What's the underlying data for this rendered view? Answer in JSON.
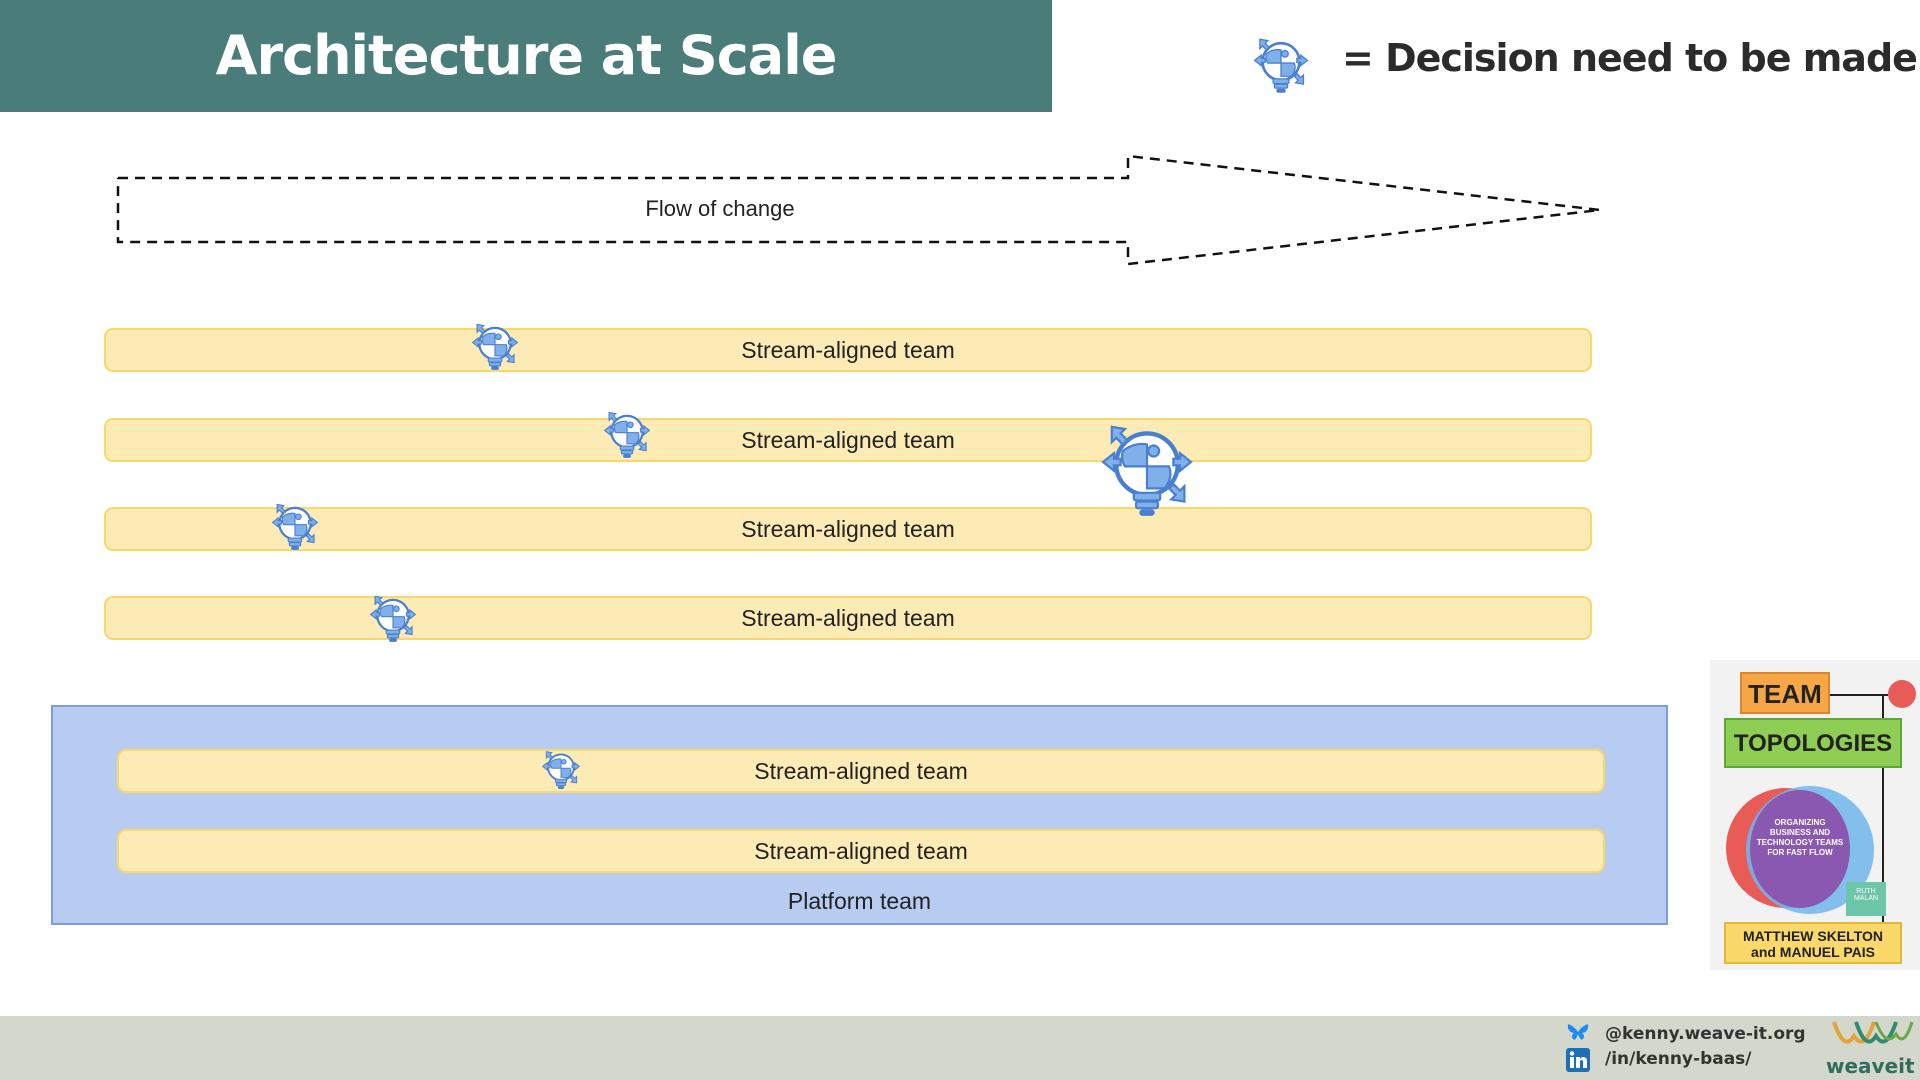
{
  "header": {
    "title": "Architecture at Scale",
    "legend_text": "= Decision need to be made",
    "legend_icon": "decision-lightbulb-puzzle-icon"
  },
  "flow": {
    "label": "Flow of change"
  },
  "teams": [
    {
      "label": "Stream-aligned team"
    },
    {
      "label": "Stream-aligned team"
    },
    {
      "label": "Stream-aligned team"
    },
    {
      "label": "Stream-aligned team"
    }
  ],
  "platform": {
    "label": "Platform team",
    "teams": [
      {
        "label": "Stream-aligned team"
      },
      {
        "label": "Stream-aligned team"
      }
    ]
  },
  "book": {
    "title_line1": "TEAM",
    "title_line2": "TOPOLOGIES",
    "subtitle": "ORGANIZING BUSINESS AND TECHNOLOGY TEAMS FOR FAST FLOW",
    "foreword": "RUTH MALAN",
    "authors_line1": "MATTHEW SKELTON",
    "authors_line2": "and MANUEL PAIS"
  },
  "footer": {
    "bluesky": "@kenny.weave-it.org",
    "linkedin": "/in/kenny-baas/",
    "brand": "weaveit"
  },
  "colors": {
    "banner": "#4a7c7a",
    "team_fill": "#fdebb5",
    "team_border": "#f6d96a",
    "platform_fill": "#b7ccf0",
    "icon_blue": "#5b8fd6"
  }
}
